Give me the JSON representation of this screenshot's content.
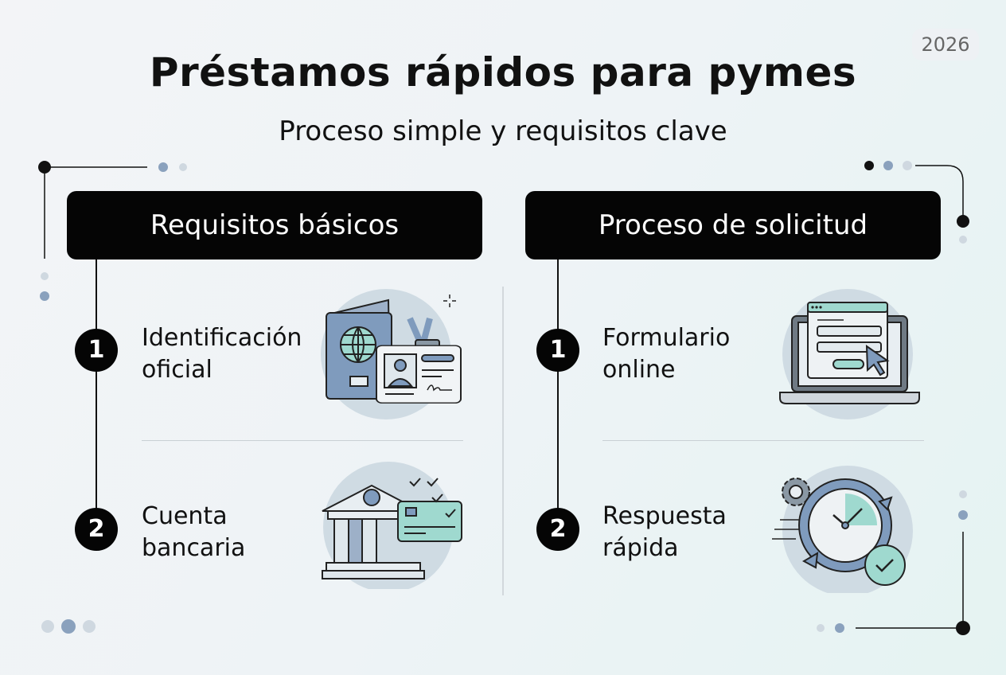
{
  "header": {
    "title": "Préstamos rápidos para pymes",
    "subtitle": "Proceso simple y requisitos clave",
    "year": "2026"
  },
  "colors": {
    "accent_blue": "#7f9bbd",
    "accent_mint": "#9fd9cf",
    "dark": "#050505"
  },
  "sections": [
    {
      "title": "Requisitos básicos",
      "items": [
        {
          "number": "1",
          "line1": "Identificación",
          "line2": "oficial",
          "icon": "passport-id-card-icon"
        },
        {
          "number": "2",
          "line1": "Cuenta",
          "line2": "bancaria",
          "icon": "bank-card-icon"
        }
      ]
    },
    {
      "title": "Proceso de solicitud",
      "items": [
        {
          "number": "1",
          "line1": "Formulario",
          "line2": "online",
          "icon": "laptop-form-icon"
        },
        {
          "number": "2",
          "line1": "Respuesta",
          "line2": "rápida",
          "icon": "fast-clock-icon"
        }
      ]
    }
  ]
}
